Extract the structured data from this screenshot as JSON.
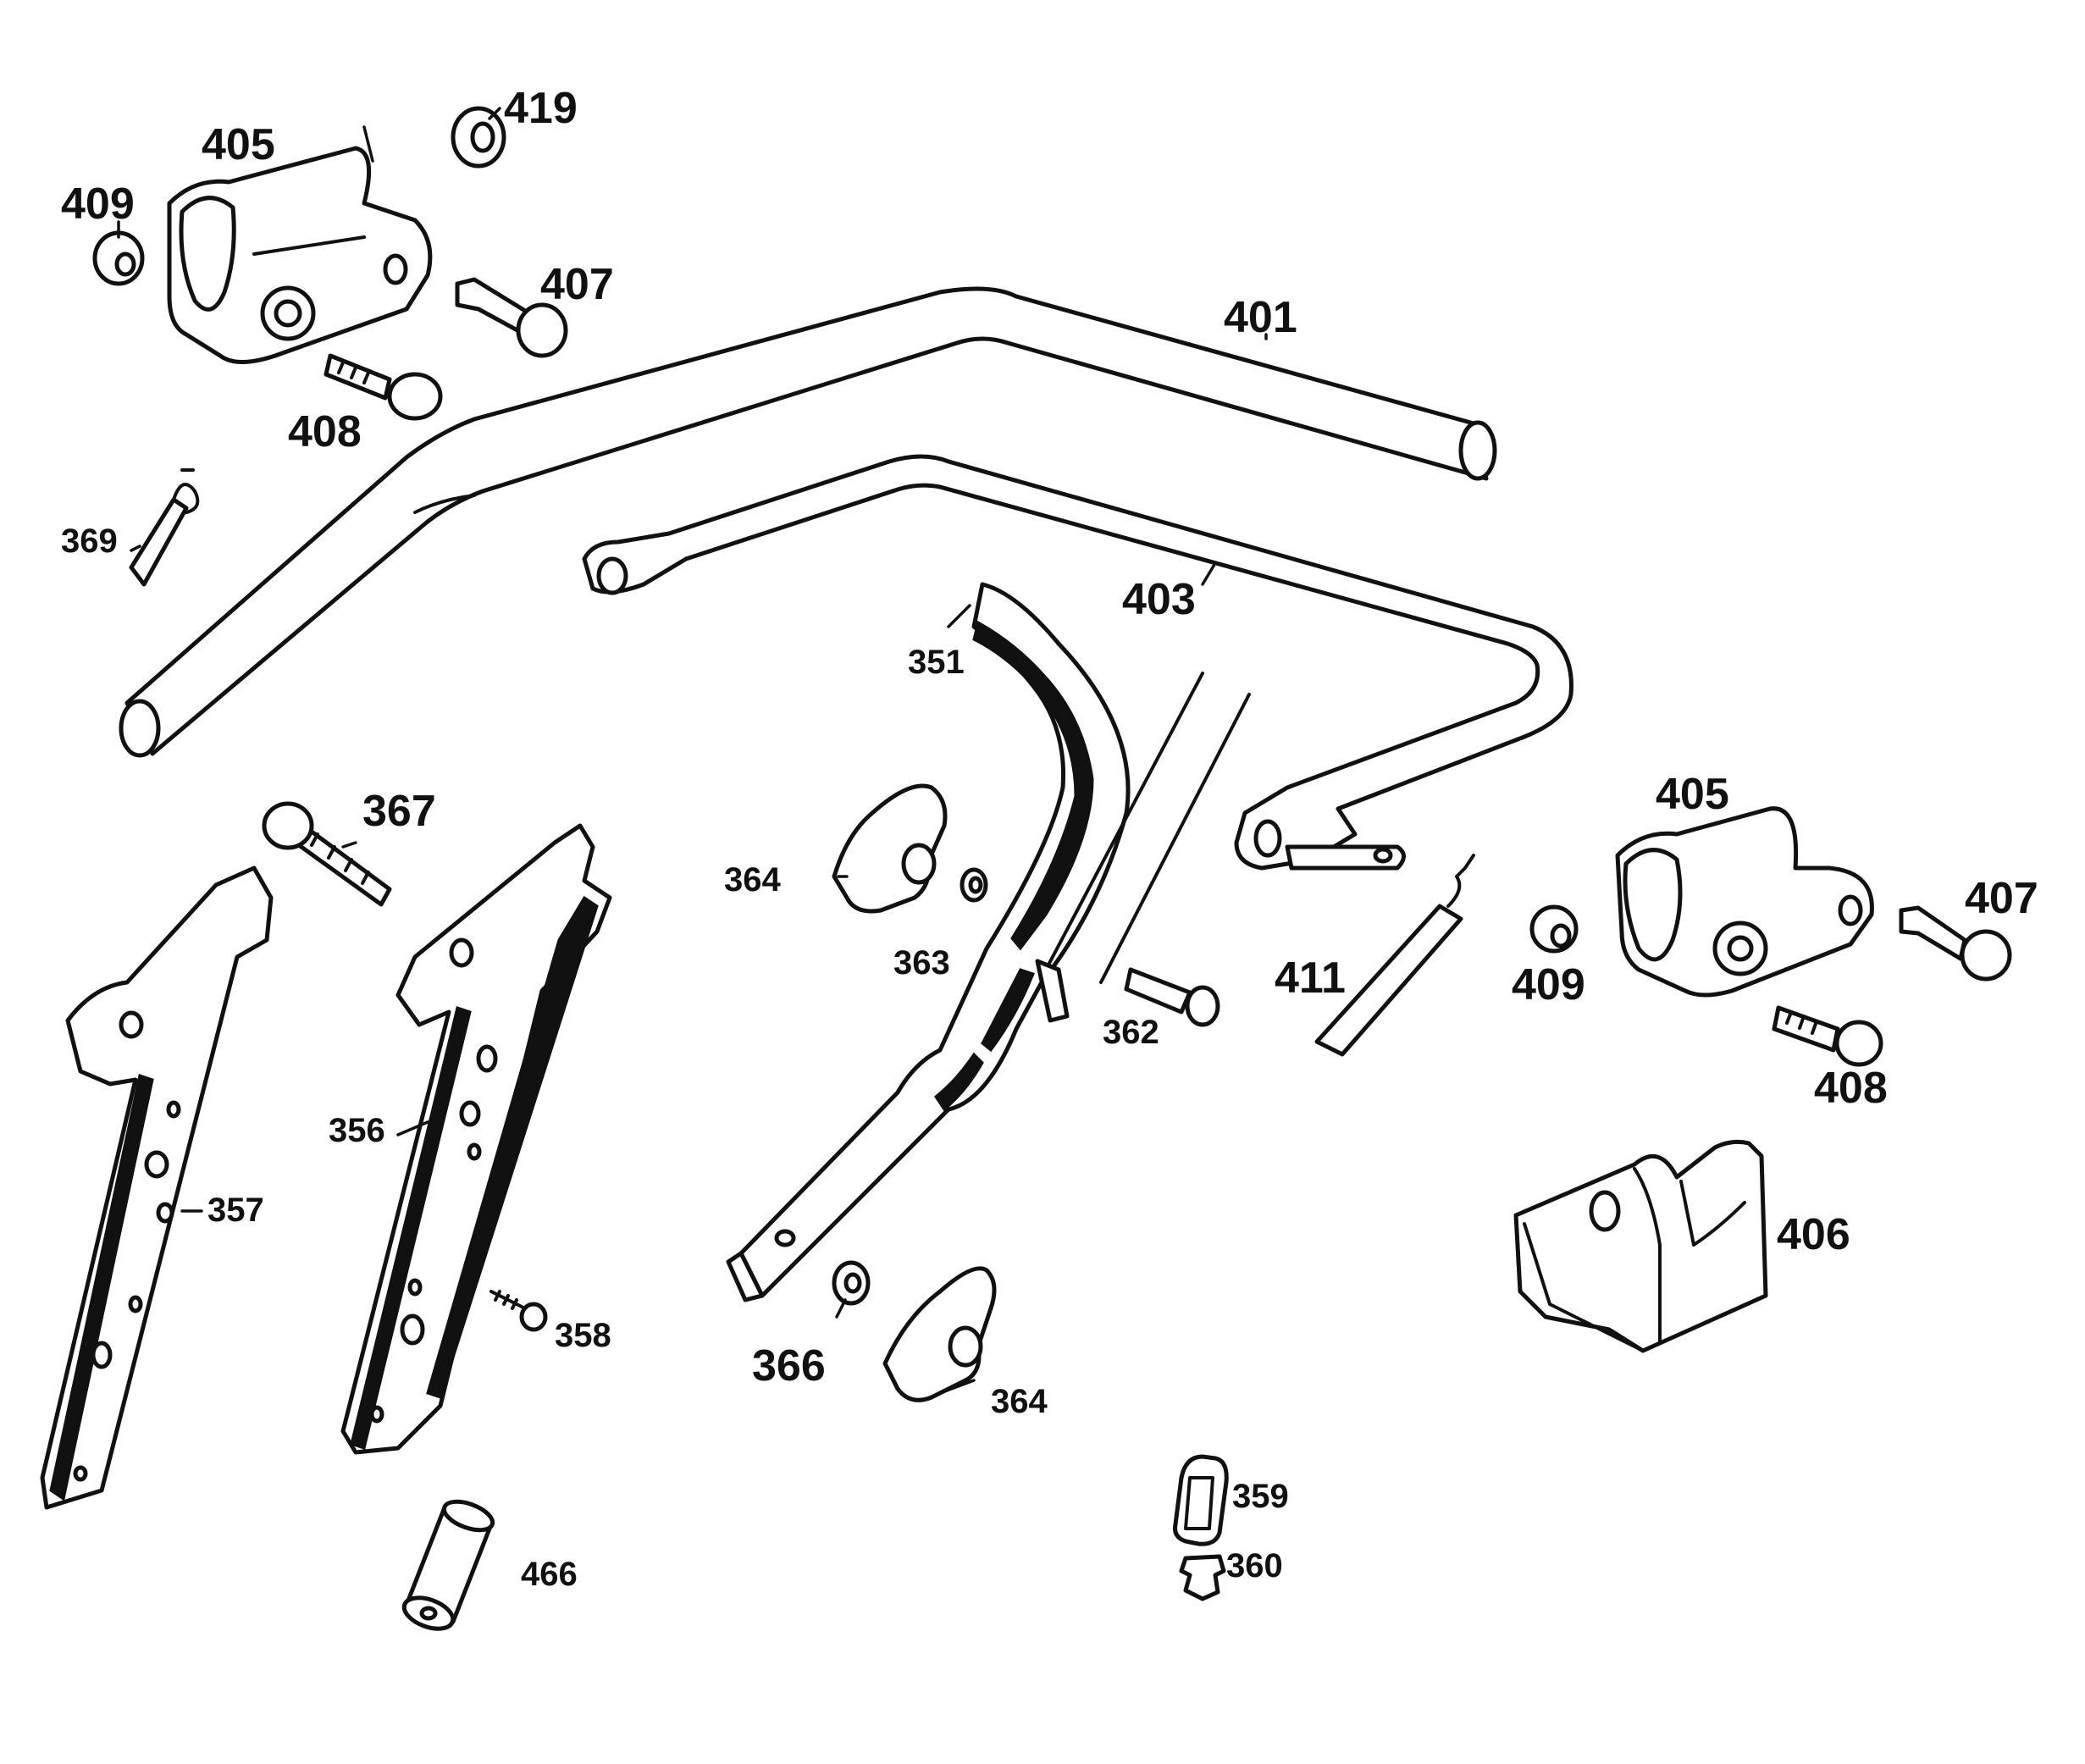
{
  "labels": {
    "p405_left": "405",
    "p419": "419",
    "p409_left": "409",
    "p407_left": "407",
    "p408_left": "408",
    "p401": "401",
    "p369": "369",
    "p403": "403",
    "p351": "351",
    "p367": "367",
    "p405_right": "405",
    "p407_right": "407",
    "p364_top": "364",
    "p363": "363",
    "p411": "411",
    "p409_right": "409",
    "p362": "362",
    "p408_right": "408",
    "p356": "356",
    "p357": "357",
    "p406": "406",
    "p358": "358",
    "p366": "366",
    "p364_bottom": "364",
    "p359": "359",
    "p360": "360",
    "p466": "466"
  },
  "colors": {
    "ink": "#111111",
    "paper": "#ffffff"
  }
}
